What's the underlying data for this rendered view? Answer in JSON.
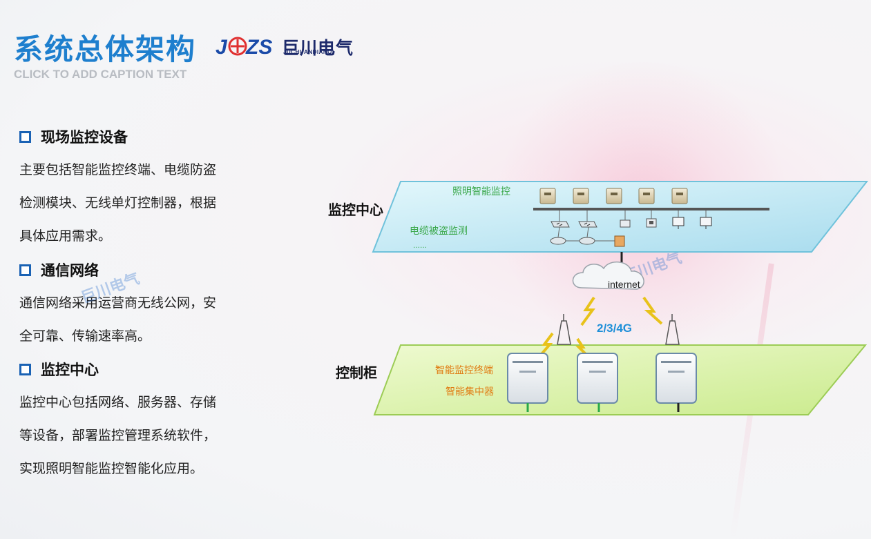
{
  "header": {
    "title": "系统总体架构",
    "caption": "CLICK TO ADD CAPTION TEXT",
    "logo_cn": "巨川电气",
    "logo_en": "JUCHUANDIANQI"
  },
  "sections": [
    {
      "heading": "现场监控设备",
      "lines": [
        "主要包括智能监控终端、电缆防盗",
        "检测模块、无线单灯控制器，根据",
        "具体应用需求。"
      ]
    },
    {
      "heading": "通信网络",
      "lines": [
        "通信网络采用运营商无线公网，安",
        "全可靠、传输速率高。"
      ]
    },
    {
      "heading": "监控中心",
      "lines": [
        "监控中心包括网络、服务器、存储",
        "等设备，部署监控管理系统软件，",
        "实现照明智能监控智能化应用。"
      ]
    }
  ],
  "diagram": {
    "top_layer_label": "监控中心",
    "top_layer_sub1": "照明智能监控",
    "top_layer_sub2": "电缆被盗监测",
    "top_layer_dots": "……",
    "cloud_label": "internet",
    "network_label": "2/3/4G",
    "bottom_layer_label": "控制柜",
    "bottom_sub1": "智能监控终端",
    "bottom_sub2": "智能集中器"
  },
  "colors": {
    "title": "#1e7fce",
    "bullet": "#1a62b4",
    "top_layer": "#bfe9f3",
    "bottom_layer": "#d7f0a8",
    "network_text": "#1e8fd8",
    "sub_green": "#3aa84a",
    "sub_orange": "#e07a10"
  }
}
